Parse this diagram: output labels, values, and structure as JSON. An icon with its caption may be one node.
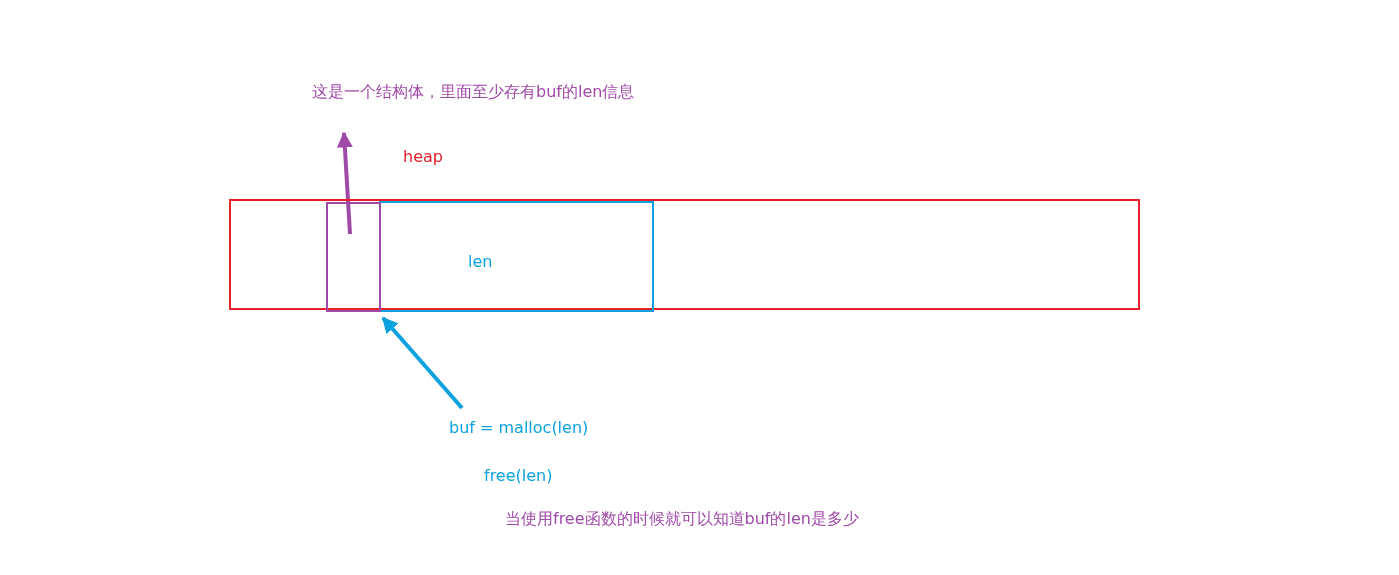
{
  "diagram": {
    "nodes": [
      {
        "text": [
          "heap"
        ]
      },
      {
        "text": [],
        "shape": "box",
        "in": 0
      },
      {
        "text": [
          "len"
        ],
        "in": 0
      },
      {
        "text": [
          "这是一个结构体，里面至少存有buf的len信息"
        ]
      },
      {
        "text": [
          "buf = malloc(len)"
        ]
      }
    ],
    "edges": [
      {
        "from": 1,
        "to": 3,
        "arrow": "to",
        "color": "#a04aa8"
      },
      {
        "from": 4,
        "to": 2,
        "arrow": "to",
        "color": "#0ca2e0"
      }
    ],
    "labels": [
      "free(len)",
      "当使用free函数的时候就可以知道buf的len是多少"
    ]
  }
}
